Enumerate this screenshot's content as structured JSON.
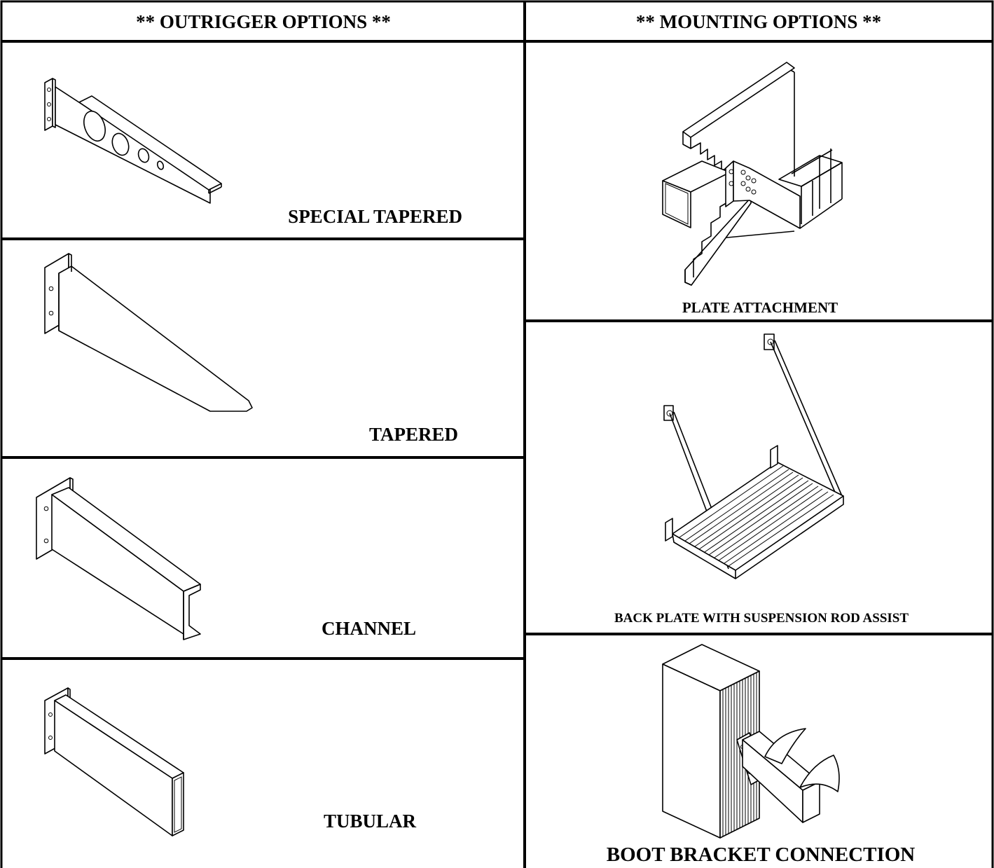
{
  "headers": {
    "outrigger": "** OUTRIGGER OPTIONS **",
    "mounting": "** MOUNTING OPTIONS **"
  },
  "outrigger_options": [
    {
      "label": "SPECIAL TAPERED",
      "icon": "special-tapered-outrigger-drawing"
    },
    {
      "label": "TAPERED",
      "icon": "tapered-outrigger-drawing"
    },
    {
      "label": "CHANNEL",
      "icon": "channel-outrigger-drawing"
    },
    {
      "label": "TUBULAR",
      "icon": "tubular-outrigger-drawing"
    }
  ],
  "mounting_options": [
    {
      "label": "PLATE ATTACHMENT",
      "icon": "plate-attachment-drawing"
    },
    {
      "label": "BACK PLATE WITH SUSPENSION ROD ASSIST",
      "icon": "suspension-rod-drawing"
    },
    {
      "label": "BOOT BRACKET CONNECTION",
      "icon": "boot-bracket-drawing"
    }
  ]
}
